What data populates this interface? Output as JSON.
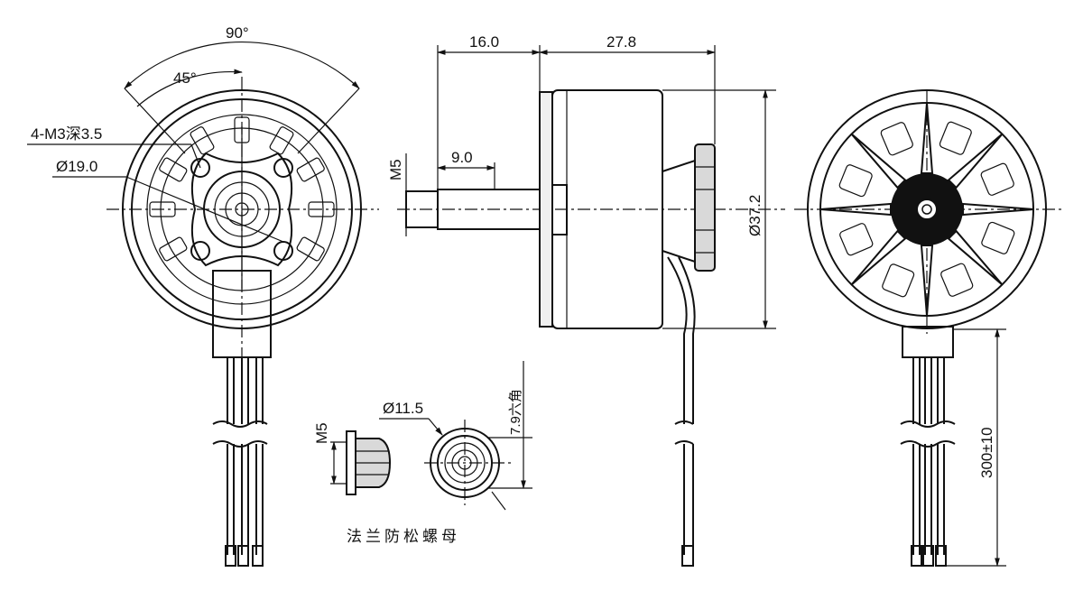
{
  "title": "Brushless motor dimension drawing",
  "front_view": {
    "angle_outer": "90°",
    "angle_inner": "45°",
    "mount_holes": "4-M3深3.5",
    "bolt_circle": "Ø19.0"
  },
  "side_view": {
    "shaft_length": "16.0",
    "body_length": "27.8",
    "thread": "M5",
    "shaft_exposed": "9.0",
    "diameter": "Ø37.2"
  },
  "nut_detail": {
    "thread": "M5",
    "flange_diameter": "Ø11.5",
    "hex_size": "7.9六角",
    "caption": "法兰防松螺母"
  },
  "rear_view": {
    "lead_length": "300±10"
  }
}
